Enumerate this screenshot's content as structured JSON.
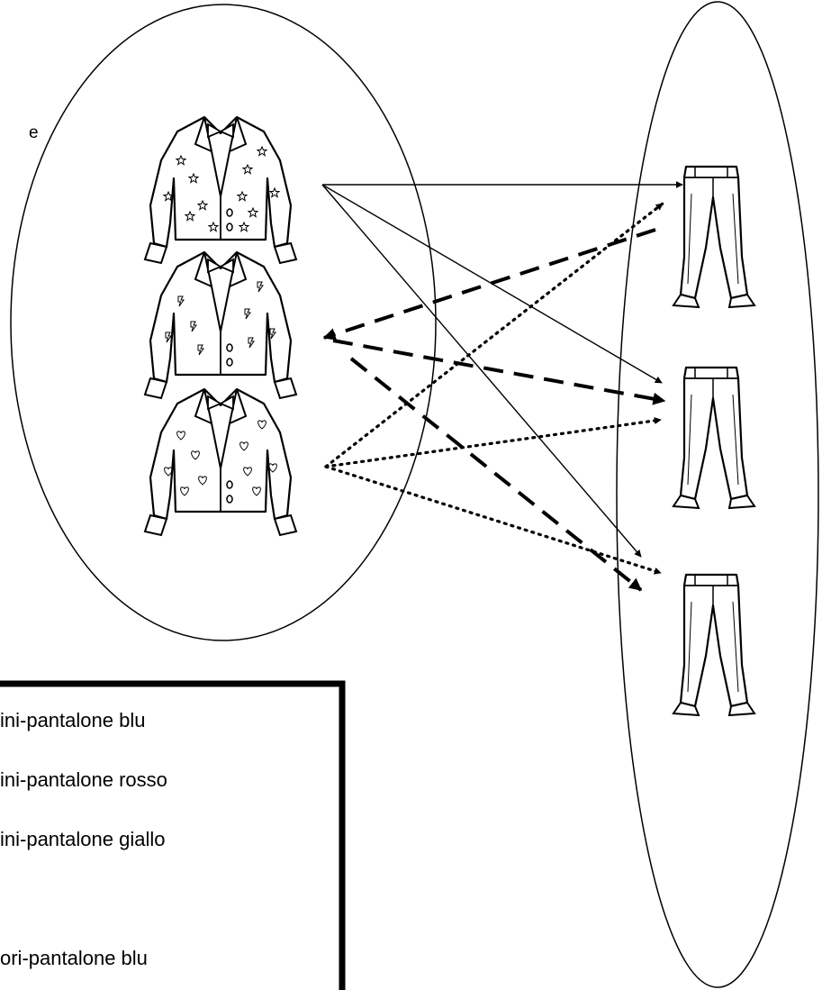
{
  "header_fragment": "e",
  "jackets": [
    {
      "id": "stars",
      "pattern": "star"
    },
    {
      "id": "lightning",
      "pattern": "bolt"
    },
    {
      "id": "hearts",
      "pattern": "heart"
    }
  ],
  "pants": [
    {
      "id": "pants-1"
    },
    {
      "id": "pants-2"
    },
    {
      "id": "pants-3"
    }
  ],
  "arrow_styles": {
    "stars": "solid",
    "lightning": "dashed",
    "hearts": "dotted"
  },
  "legend": [
    "ini-pantalone blu",
    "ini-pantalone rosso",
    "ini-pantalone giallo",
    "",
    "ori-pantalone blu"
  ],
  "colors": {
    "ink": "#000000",
    "background": "#ffffff"
  }
}
